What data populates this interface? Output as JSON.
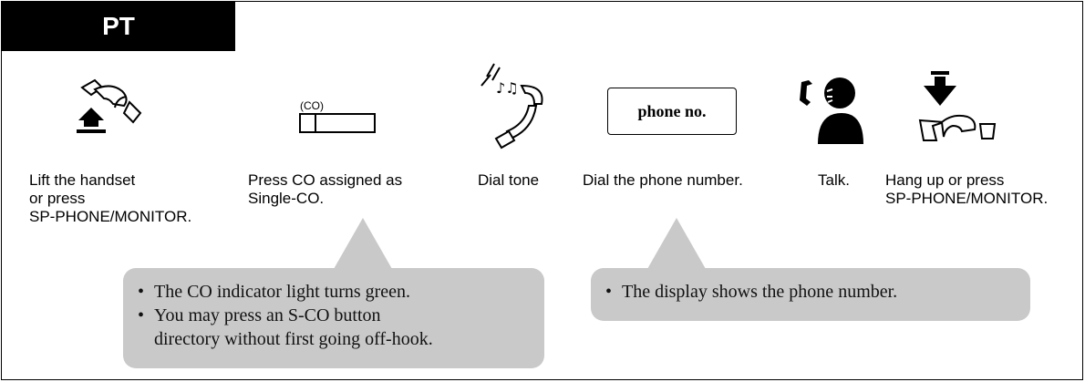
{
  "tab": {
    "label": "PT"
  },
  "steps": [
    {
      "caption": [
        "Lift the handset",
        "or press",
        "SP-PHONE/MONITOR."
      ]
    },
    {
      "caption": [
        "Press CO assigned as",
        "Single-CO."
      ],
      "co_label": "(CO)"
    },
    {
      "caption": [
        "Dial tone"
      ]
    },
    {
      "caption": [
        "Dial the phone number."
      ],
      "box_label": "phone no."
    },
    {
      "caption": [
        "Talk."
      ]
    },
    {
      "caption": [
        "Hang up or press",
        "SP-PHONE/MONITOR."
      ]
    }
  ],
  "notes": {
    "left": [
      "The CO indicator light turns green.",
      "You may press an S-CO button",
      "directory without first going off-hook."
    ],
    "right": [
      "The display shows the phone number."
    ]
  },
  "colors": {
    "tab_bg": "#000000",
    "bubble_bg": "#c9c9c9"
  },
  "icons": [
    "handset-lift-icon",
    "co-button-icon",
    "dial-tone-handset-icon",
    "talk-person-icon",
    "hang-up-icon"
  ]
}
